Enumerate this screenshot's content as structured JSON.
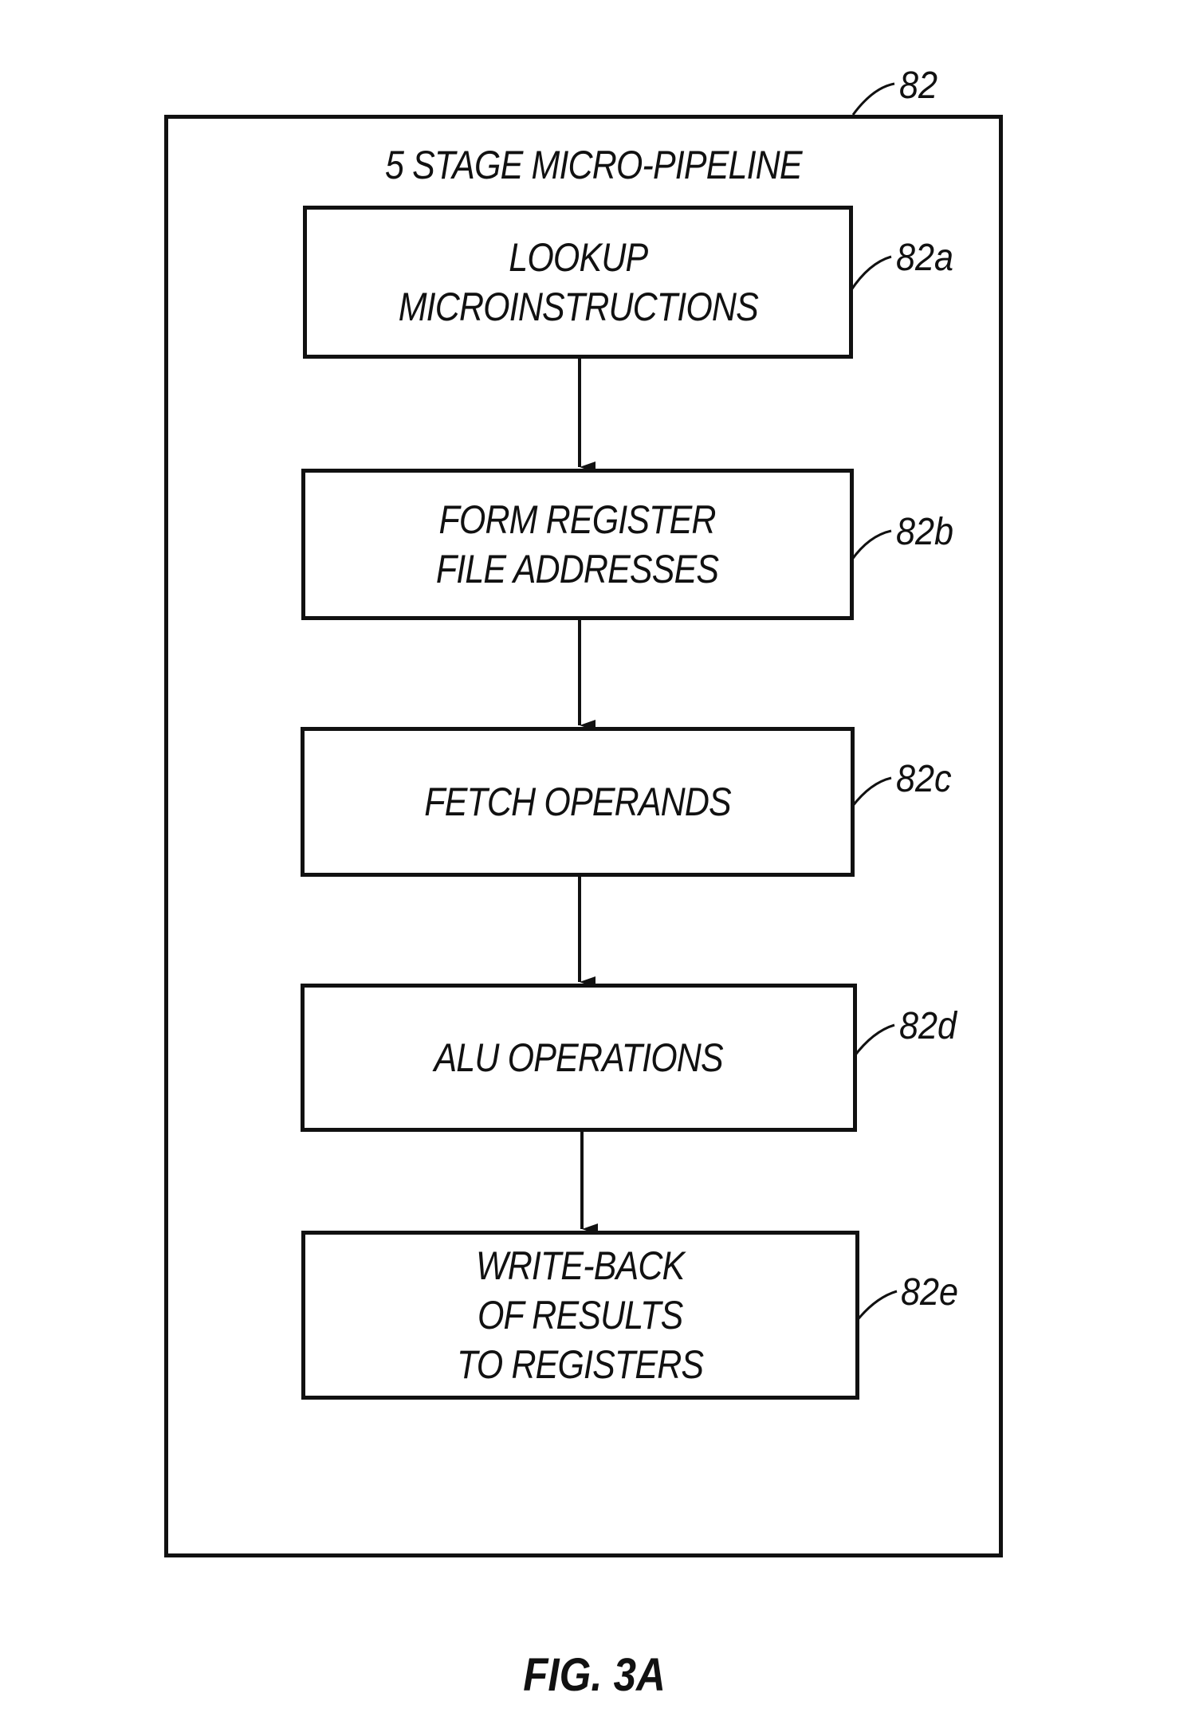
{
  "diagram": {
    "container_ref": "82",
    "title": "5 STAGE MICRO-PIPELINE",
    "stages": [
      {
        "text": "LOOKUP\nMICROINSTRUCTIONS",
        "ref": "82a"
      },
      {
        "text": "FORM REGISTER\nFILE ADDRESSES",
        "ref": "82b"
      },
      {
        "text": "FETCH OPERANDS",
        "ref": "82c"
      },
      {
        "text": "ALU OPERATIONS",
        "ref": "82d"
      },
      {
        "text": "WRITE-BACK\nOF RESULTS\nTO REGISTERS",
        "ref": "82e"
      }
    ],
    "caption": "FIG. 3A"
  }
}
